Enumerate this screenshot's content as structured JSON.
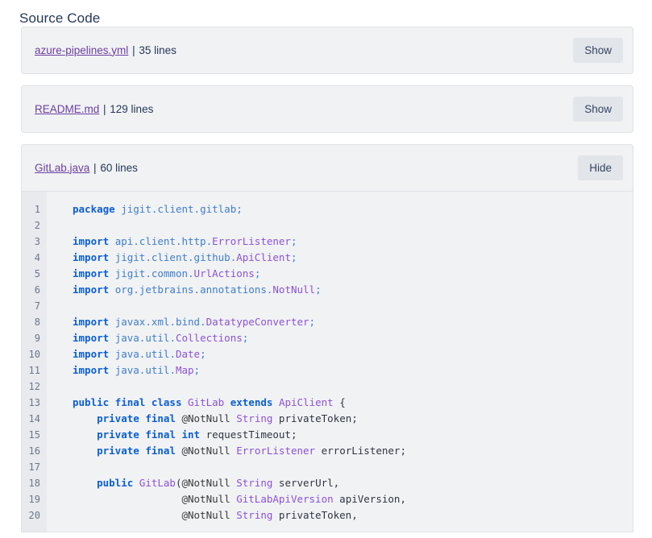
{
  "page": {
    "title": "Source Code"
  },
  "files": [
    {
      "name": "azure-pipelines.yml",
      "separator": " | ",
      "lines_label": "35 lines",
      "button_label": "Show",
      "expanded": false
    },
    {
      "name": "README.md",
      "separator": " | ",
      "lines_label": "129 lines",
      "button_label": "Show",
      "expanded": false
    },
    {
      "name": "GitLab.java",
      "separator": " | ",
      "lines_label": "60 lines",
      "button_label": "Hide",
      "expanded": true
    }
  ],
  "code": {
    "language": "java",
    "line_numbers": [
      "1",
      "2",
      "3",
      "4",
      "5",
      "6",
      "7",
      "8",
      "9",
      "10",
      "11",
      "12",
      "13",
      "14",
      "15",
      "16",
      "17",
      "18",
      "19",
      "20"
    ],
    "lines": [
      [
        {
          "t": "package",
          "c": "kw"
        },
        {
          "t": " ",
          "c": "plain"
        },
        {
          "t": "jigit",
          "c": "id"
        },
        {
          "t": ".",
          "c": "pun"
        },
        {
          "t": "client",
          "c": "id"
        },
        {
          "t": ".",
          "c": "pun"
        },
        {
          "t": "gitlab",
          "c": "id"
        },
        {
          "t": ";",
          "c": "pun"
        }
      ],
      [],
      [
        {
          "t": "import",
          "c": "kw"
        },
        {
          "t": " ",
          "c": "plain"
        },
        {
          "t": "api",
          "c": "id"
        },
        {
          "t": ".",
          "c": "pun"
        },
        {
          "t": "client",
          "c": "id"
        },
        {
          "t": ".",
          "c": "pun"
        },
        {
          "t": "http",
          "c": "id"
        },
        {
          "t": ".",
          "c": "pun"
        },
        {
          "t": "ErrorListener",
          "c": "type"
        },
        {
          "t": ";",
          "c": "pun"
        }
      ],
      [
        {
          "t": "import",
          "c": "kw"
        },
        {
          "t": " ",
          "c": "plain"
        },
        {
          "t": "jigit",
          "c": "id"
        },
        {
          "t": ".",
          "c": "pun"
        },
        {
          "t": "client",
          "c": "id"
        },
        {
          "t": ".",
          "c": "pun"
        },
        {
          "t": "github",
          "c": "id"
        },
        {
          "t": ".",
          "c": "pun"
        },
        {
          "t": "ApiClient",
          "c": "type"
        },
        {
          "t": ";",
          "c": "pun"
        }
      ],
      [
        {
          "t": "import",
          "c": "kw"
        },
        {
          "t": " ",
          "c": "plain"
        },
        {
          "t": "jigit",
          "c": "id"
        },
        {
          "t": ".",
          "c": "pun"
        },
        {
          "t": "common",
          "c": "id"
        },
        {
          "t": ".",
          "c": "pun"
        },
        {
          "t": "UrlActions",
          "c": "type"
        },
        {
          "t": ";",
          "c": "pun"
        }
      ],
      [
        {
          "t": "import",
          "c": "kw"
        },
        {
          "t": " ",
          "c": "plain"
        },
        {
          "t": "org",
          "c": "id"
        },
        {
          "t": ".",
          "c": "pun"
        },
        {
          "t": "jetbrains",
          "c": "id"
        },
        {
          "t": ".",
          "c": "pun"
        },
        {
          "t": "annotations",
          "c": "id"
        },
        {
          "t": ".",
          "c": "pun"
        },
        {
          "t": "NotNull",
          "c": "type"
        },
        {
          "t": ";",
          "c": "pun"
        }
      ],
      [],
      [
        {
          "t": "import",
          "c": "kw"
        },
        {
          "t": " ",
          "c": "plain"
        },
        {
          "t": "javax",
          "c": "id"
        },
        {
          "t": ".",
          "c": "pun"
        },
        {
          "t": "xml",
          "c": "id"
        },
        {
          "t": ".",
          "c": "pun"
        },
        {
          "t": "bind",
          "c": "id"
        },
        {
          "t": ".",
          "c": "pun"
        },
        {
          "t": "DatatypeConverter",
          "c": "type"
        },
        {
          "t": ";",
          "c": "pun"
        }
      ],
      [
        {
          "t": "import",
          "c": "kw"
        },
        {
          "t": " ",
          "c": "plain"
        },
        {
          "t": "java",
          "c": "id"
        },
        {
          "t": ".",
          "c": "pun"
        },
        {
          "t": "util",
          "c": "id"
        },
        {
          "t": ".",
          "c": "pun"
        },
        {
          "t": "Collections",
          "c": "type"
        },
        {
          "t": ";",
          "c": "pun"
        }
      ],
      [
        {
          "t": "import",
          "c": "kw"
        },
        {
          "t": " ",
          "c": "plain"
        },
        {
          "t": "java",
          "c": "id"
        },
        {
          "t": ".",
          "c": "pun"
        },
        {
          "t": "util",
          "c": "id"
        },
        {
          "t": ".",
          "c": "pun"
        },
        {
          "t": "Date",
          "c": "type"
        },
        {
          "t": ";",
          "c": "pun"
        }
      ],
      [
        {
          "t": "import",
          "c": "kw"
        },
        {
          "t": " ",
          "c": "plain"
        },
        {
          "t": "java",
          "c": "id"
        },
        {
          "t": ".",
          "c": "pun"
        },
        {
          "t": "util",
          "c": "id"
        },
        {
          "t": ".",
          "c": "pun"
        },
        {
          "t": "Map",
          "c": "type"
        },
        {
          "t": ";",
          "c": "pun"
        }
      ],
      [],
      [
        {
          "t": "public",
          "c": "kw"
        },
        {
          "t": " ",
          "c": "plain"
        },
        {
          "t": "final",
          "c": "kw"
        },
        {
          "t": " ",
          "c": "plain"
        },
        {
          "t": "class",
          "c": "kw"
        },
        {
          "t": " ",
          "c": "plain"
        },
        {
          "t": "GitLab",
          "c": "type"
        },
        {
          "t": " ",
          "c": "plain"
        },
        {
          "t": "extends",
          "c": "kw"
        },
        {
          "t": " ",
          "c": "plain"
        },
        {
          "t": "ApiClient",
          "c": "type"
        },
        {
          "t": " {",
          "c": "plain"
        }
      ],
      [
        {
          "t": "    ",
          "c": "plain"
        },
        {
          "t": "private",
          "c": "kw"
        },
        {
          "t": " ",
          "c": "plain"
        },
        {
          "t": "final",
          "c": "kw"
        },
        {
          "t": " ",
          "c": "plain"
        },
        {
          "t": "@NotNull",
          "c": "ann"
        },
        {
          "t": " ",
          "c": "plain"
        },
        {
          "t": "String",
          "c": "type"
        },
        {
          "t": " privateToken;",
          "c": "plain"
        }
      ],
      [
        {
          "t": "    ",
          "c": "plain"
        },
        {
          "t": "private",
          "c": "kw"
        },
        {
          "t": " ",
          "c": "plain"
        },
        {
          "t": "final",
          "c": "kw"
        },
        {
          "t": " ",
          "c": "plain"
        },
        {
          "t": "int",
          "c": "kw"
        },
        {
          "t": " requestTimeout;",
          "c": "plain"
        }
      ],
      [
        {
          "t": "    ",
          "c": "plain"
        },
        {
          "t": "private",
          "c": "kw"
        },
        {
          "t": " ",
          "c": "plain"
        },
        {
          "t": "final",
          "c": "kw"
        },
        {
          "t": " ",
          "c": "plain"
        },
        {
          "t": "@NotNull",
          "c": "ann"
        },
        {
          "t": " ",
          "c": "plain"
        },
        {
          "t": "ErrorListener",
          "c": "type"
        },
        {
          "t": " errorListener;",
          "c": "plain"
        }
      ],
      [],
      [
        {
          "t": "    ",
          "c": "plain"
        },
        {
          "t": "public",
          "c": "kw"
        },
        {
          "t": " ",
          "c": "plain"
        },
        {
          "t": "GitLab",
          "c": "type"
        },
        {
          "t": "(",
          "c": "plain"
        },
        {
          "t": "@NotNull",
          "c": "ann"
        },
        {
          "t": " ",
          "c": "plain"
        },
        {
          "t": "String",
          "c": "type"
        },
        {
          "t": " serverUrl,",
          "c": "plain"
        }
      ],
      [
        {
          "t": "                  ",
          "c": "plain"
        },
        {
          "t": "@NotNull",
          "c": "ann"
        },
        {
          "t": " ",
          "c": "plain"
        },
        {
          "t": "GitLabApiVersion",
          "c": "type"
        },
        {
          "t": " apiVersion,",
          "c": "plain"
        }
      ],
      [
        {
          "t": "                  ",
          "c": "plain"
        },
        {
          "t": "@NotNull",
          "c": "ann"
        },
        {
          "t": " ",
          "c": "plain"
        },
        {
          "t": "String",
          "c": "type"
        },
        {
          "t": " privateToken,",
          "c": "plain"
        }
      ]
    ]
  },
  "colors": {
    "page_bg": "#ffffff",
    "card_bg": "#f1f2f4",
    "card_border": "#dfe1e6",
    "gutter_bg": "#e8eaee",
    "button_bg": "#e2e5ea",
    "link": "#6b3fa0",
    "text": "#253858",
    "keyword": "#0b5fd4",
    "identifier": "#3f7ecb",
    "type": "#8c52d6"
  }
}
